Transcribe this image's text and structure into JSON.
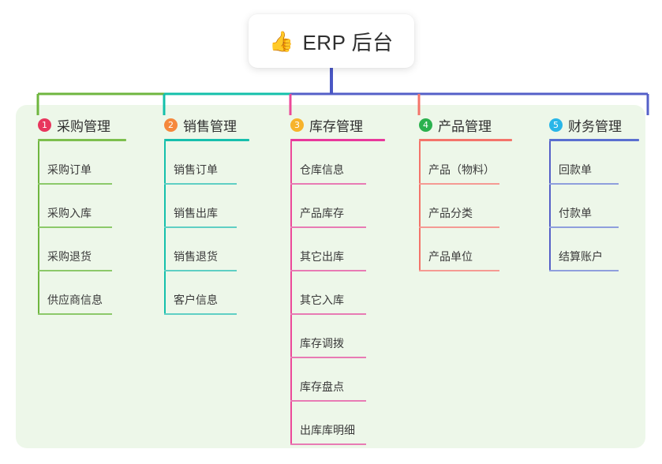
{
  "root": {
    "icon": "thumbs-up-icon",
    "emoji": "👍",
    "title": "ERP 后台"
  },
  "palette": {
    "panel_background": "#edf7e9",
    "page_background": "#ffffff",
    "root_trunk": "#4a57c4",
    "bus_left": "#6fb63f",
    "bus_middle": "#14c0ab",
    "bus_right": "#5560c8"
  },
  "columns": [
    {
      "number": "1",
      "title": "采购管理",
      "badge_color": "#e8365d",
      "rule_color": "#7dbf4e",
      "drop_color": "#6fb63f",
      "leaf_color": "#8cc96a",
      "items": [
        "采购订单",
        "采购入库",
        "采购退货",
        "供应商信息"
      ]
    },
    {
      "number": "2",
      "title": "销售管理",
      "badge_color": "#f5883c",
      "rule_color": "#17bfad",
      "drop_color": "#14c0ab",
      "leaf_color": "#5fcfc4",
      "items": [
        "销售订单",
        "销售出库",
        "销售退货",
        "客户信息"
      ]
    },
    {
      "number": "3",
      "title": "库存管理",
      "badge_color": "#f7b32b",
      "rule_color": "#e8389b",
      "drop_color": "#ec4899",
      "leaf_color": "#e87bb4",
      "items": [
        "仓库信息",
        "产品库存",
        "其它出库",
        "其它入库",
        "库存调拨",
        "库存盘点",
        "出库库明细"
      ]
    },
    {
      "number": "4",
      "title": "产品管理",
      "badge_color": "#2bb14e",
      "rule_color": "#f4746a",
      "drop_color": "#f4746a",
      "leaf_color": "#f59a93",
      "items": [
        "产品（物料）",
        "产品分类",
        "产品单位"
      ]
    },
    {
      "number": "5",
      "title": "财务管理",
      "badge_color": "#29b6e8",
      "rule_color": "#5a6fd0",
      "drop_color": "#5560c8",
      "leaf_color": "#8f9fdd",
      "items": [
        "回款单",
        "付款单",
        "结算账户"
      ]
    }
  ]
}
